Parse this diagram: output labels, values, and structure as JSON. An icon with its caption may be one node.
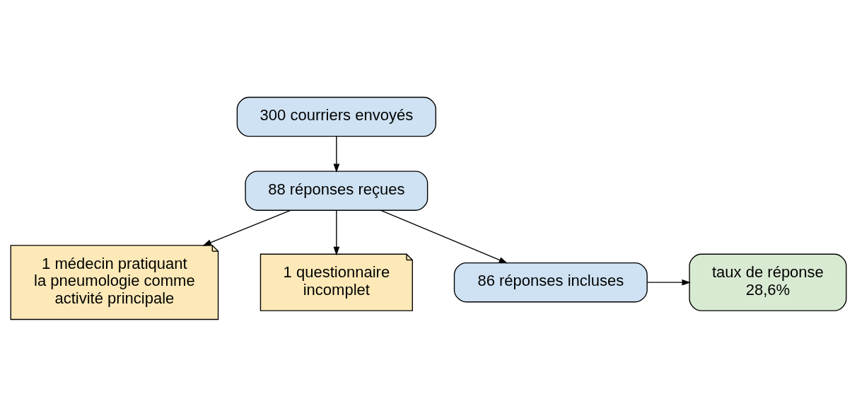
{
  "diagram": {
    "nodes": [
      {
        "text": [
          "300 courriers envoyés"
        ]
      },
      {
        "text": [
          "88 réponses reçues"
        ]
      },
      {
        "text": [
          "1 médecin pratiquant la pneumologie comme activité principale"
        ]
      },
      {
        "text": [
          "1 questionnaire incomplet"
        ]
      },
      {
        "text": [
          "86 réponses incluses"
        ]
      },
      {
        "text": [
          "taux de réponse 28,6%"
        ]
      }
    ],
    "edges": [
      {
        "from": 0,
        "to": 1,
        "arrow": "to"
      },
      {
        "from": 1,
        "to": 2,
        "arrow": "to"
      },
      {
        "from": 1,
        "to": 3,
        "arrow": "to"
      },
      {
        "from": 1,
        "to": 4,
        "arrow": "to"
      },
      {
        "from": 4,
        "to": 5,
        "arrow": "to"
      }
    ]
  }
}
